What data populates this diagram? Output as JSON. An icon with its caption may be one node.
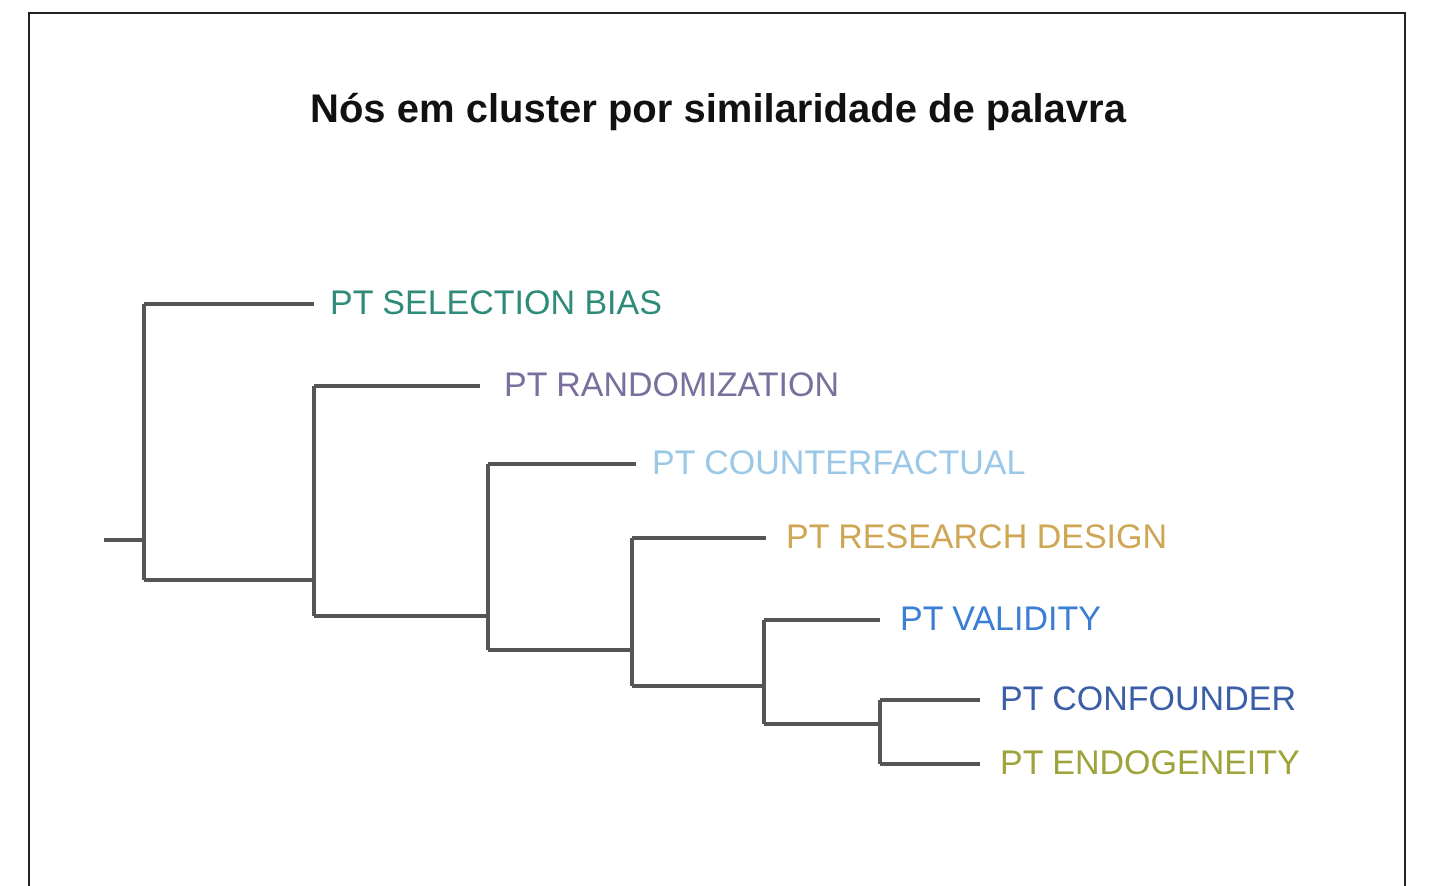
{
  "diagram": {
    "title": "Nós em cluster por similaridade de palavra",
    "labels": [
      "PT SELECTION BIAS",
      "PT RANDOMIZATION",
      "PT COUNTERFACTUAL",
      "PT RESEARCH DESIGN",
      "PT VALIDITY",
      "PT CONFOUNDER",
      "PT ENDOGENEITY"
    ]
  }
}
